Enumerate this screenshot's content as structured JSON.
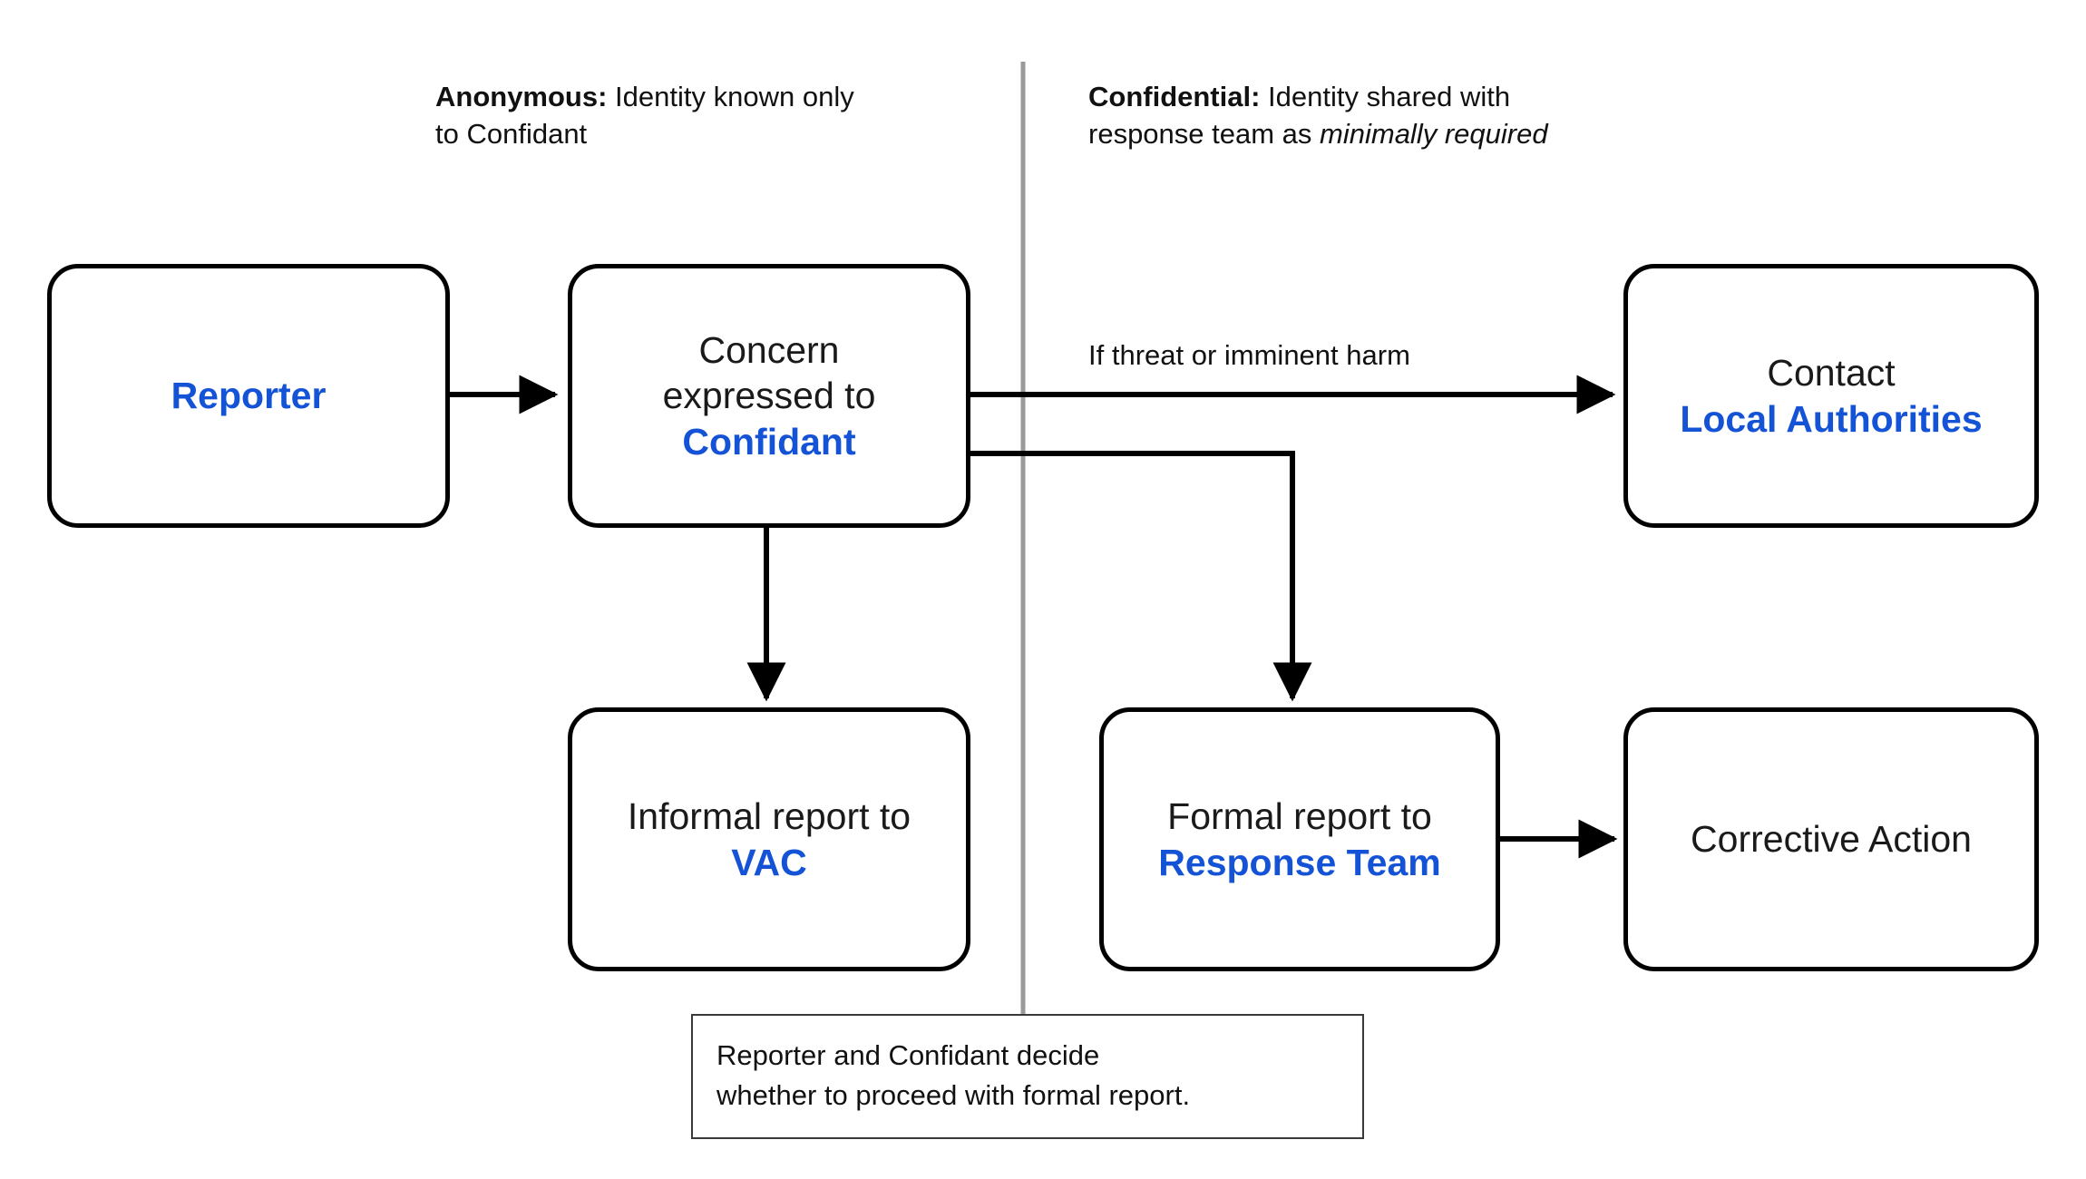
{
  "diagram": {
    "title_left": {
      "strong": "Anonymous:",
      "rest": " Identity known only\nto Confidant"
    },
    "title_right": {
      "strong": "Confidential:",
      "rest": " Identity shared with\nresponse team as ",
      "emphasis": "minimally required"
    },
    "divider_color": "#9a9a9a",
    "accent_color": "#1553d6",
    "line_color": "#000000",
    "nodes": {
      "reporter": {
        "line1": "Reporter"
      },
      "confidant": {
        "line1": "Concern",
        "line2": "expressed to",
        "line3": "Confidant"
      },
      "local_authorities": {
        "line1": "Contact",
        "line2": "Local Authorities"
      },
      "informal": {
        "line1": "Informal report to",
        "line2": "VAC"
      },
      "formal": {
        "line1": "Formal report to",
        "line2": "Response Team"
      },
      "corrective": {
        "line1": "Corrective Action"
      }
    },
    "edges": {
      "threat_label": "If threat or imminent harm"
    },
    "note": "Reporter and Confidant decide\nwhether to proceed with formal report."
  }
}
